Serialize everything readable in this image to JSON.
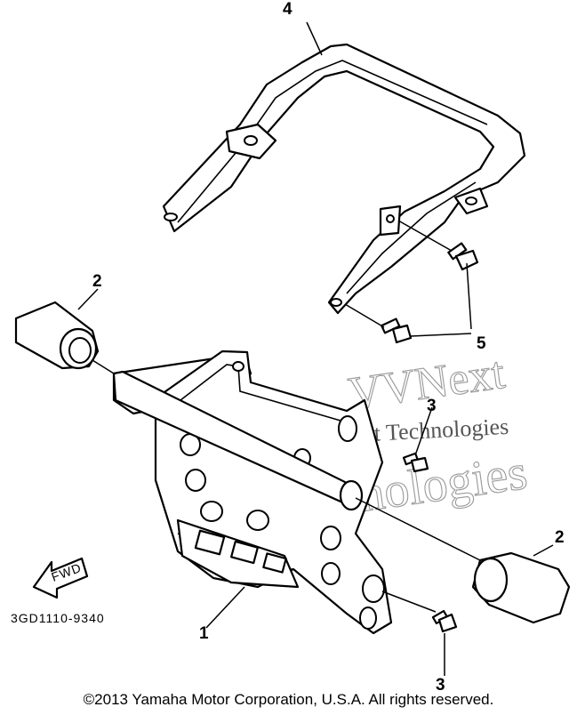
{
  "callouts": {
    "c1": "1",
    "c2_left": "2",
    "c2_right": "2",
    "c3_top": "3",
    "c3_bottom": "3",
    "c4": "4",
    "c5": "5"
  },
  "fwd_label": "FWD",
  "drawing_code": "3GD1110-9340",
  "watermark": {
    "line1": "VVNext",
    "line2": "Next Technologies",
    "line3": "Technologies"
  },
  "copyright": "©2013 Yamaha Motor Corporation, U.S.A. All rights reserved."
}
